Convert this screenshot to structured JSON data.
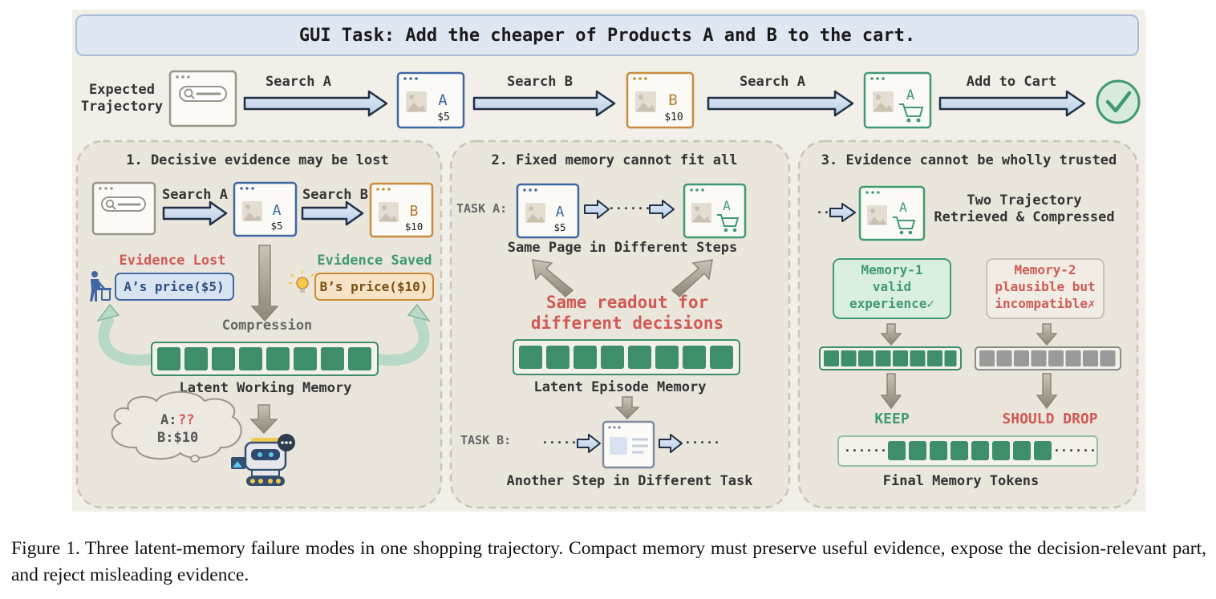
{
  "title": "GUI Task: Add the cheaper of Products A and B to the cart.",
  "top": {
    "expected_label_1": "Expected",
    "expected_label_2": "Trajectory",
    "step1": "Search A",
    "step2": "Search B",
    "step3": "Search A",
    "step4": "Add to Cart",
    "product_a": {
      "letter": "A",
      "price": "$5"
    },
    "product_b": {
      "letter": "B",
      "price": "$10"
    },
    "cart_letter": "A"
  },
  "panel1": {
    "title": "1. Decisive evidence may be lost",
    "search_a": "Search A",
    "search_b": "Search B",
    "product_a": {
      "letter": "A",
      "price": "$5"
    },
    "product_b": {
      "letter": "B",
      "price": "$10"
    },
    "evidence_lost": "Evidence Lost",
    "evidence_saved": "Evidence Saved",
    "lost_item": "A’s price($5)",
    "saved_item": "B’s price($10)",
    "compression": "Compression",
    "memory_label": "Latent Working Memory",
    "thought_a_prefix": "A:",
    "thought_a_value": "??",
    "thought_b": "B:$10",
    "colors": {
      "lost": "#d05a55",
      "saved": "#3f9a72"
    }
  },
  "panel2": {
    "title": "2. Fixed memory cannot fit all",
    "task_a": "TASK A:",
    "task_b": "TASK B:",
    "dots": "······",
    "product_a": {
      "letter": "A",
      "price": "$5"
    },
    "cart_letter": "A",
    "same_page": "Same Page in Different Steps",
    "readout_1": "Same readout for",
    "readout_2": "different decisions",
    "memory_label": "Latent Episode Memory",
    "another_step": "Another Step in Different Task"
  },
  "panel3": {
    "title": "3. Evidence cannot be wholly trusted",
    "cart_letter": "A",
    "retrieved_1": "Two Trajectory",
    "retrieved_2": "Retrieved & Compressed",
    "memory1": [
      "Memory-1",
      "valid",
      "experience✓"
    ],
    "memory2": [
      "Memory-2",
      "plausible but",
      "incompatible✗"
    ],
    "keep": "KEEP",
    "drop": "SHOULD DROP",
    "dots": "······",
    "final_label": "Final Memory Tokens"
  },
  "caption": {
    "label": "Figure 1.",
    "text": "Three latent-memory failure modes in one shopping trajectory. Compact memory must preserve useful evidence, expose the decision-relevant part, and reject misleading evidence."
  },
  "colors": {
    "background": "#f2efe8",
    "panel": "#ebe6dc",
    "title_bar": "#dfe7f3",
    "blue": "#3f67a3",
    "orange": "#c98a3a",
    "green": "#3f9a72",
    "token": "#3e8e69",
    "gray_token": "#9a9a9a",
    "red": "#d05a55"
  }
}
